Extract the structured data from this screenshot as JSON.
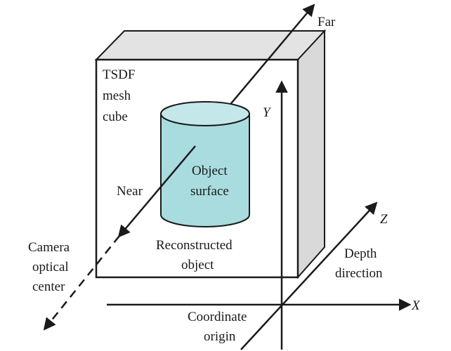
{
  "colors": {
    "line": "#1a1a1a",
    "cube_front": "#ffffff",
    "cube_side": "#d9d9d9",
    "cube_top": "#e3e3e3",
    "cylinder_fill": "#a9dcdf",
    "cylinder_top": "#c4e8ea"
  },
  "labels": {
    "far": "Far",
    "near": "Near",
    "tsdf_line1": "TSDF",
    "tsdf_line2": "mesh",
    "tsdf_line3": "cube",
    "object_surface_line1": "Object",
    "object_surface_line2": "surface",
    "reconstructed_line1": "Reconstructed",
    "reconstructed_line2": "object",
    "camera_line1": "Camera",
    "camera_line2": "optical",
    "camera_line3": "center",
    "depth_line1": "Depth",
    "depth_line2": "direction",
    "coordinate_line1": "Coordinate",
    "coordinate_line2": "origin",
    "axis_x": "X",
    "axis_y": "Y",
    "axis_z": "Z"
  }
}
